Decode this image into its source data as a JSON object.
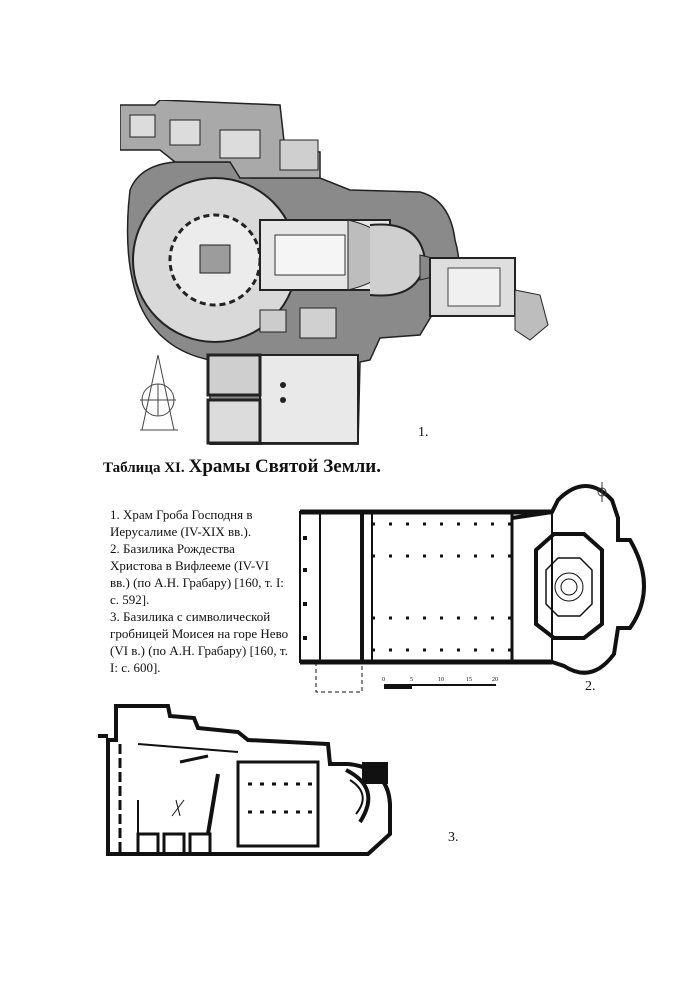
{
  "title": {
    "prefix": "Таблица XI.",
    "main": "Храмы Святой Земли."
  },
  "figure_numbers": [
    "1.",
    "2.",
    "3."
  ],
  "captions": [
    "1. Храм Гроба Господня в Иерусалиме (IV-XIX вв.).",
    "2. Базилика Рождества Христова в Вифлееме (IV-VI вв.) (по А.Н. Грабару) [160, т. I: с. 592].",
    "3. Базилика с символической гробницей Моисея на горе Нево (VI в.) (по А.Н. Грабару) [160, т. I: с. 600]."
  ],
  "scale_bar": {
    "ticks": [
      "0",
      "5",
      "10",
      "15",
      "20"
    ]
  }
}
